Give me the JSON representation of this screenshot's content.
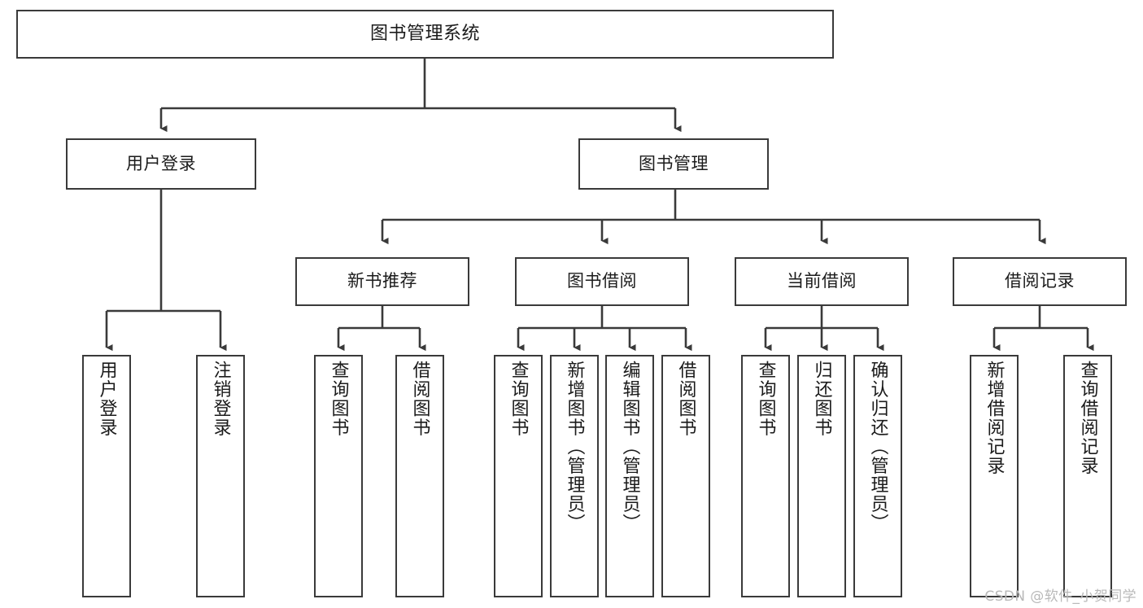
{
  "diagram": {
    "type": "tree",
    "title": "图书管理系统",
    "orientation": "top-down",
    "style": {
      "background": "#ffffff",
      "node_fill": "#ffffff",
      "node_stroke": "#3a3a3a",
      "edge_color": "#3a3a3a",
      "text_color": "#1b1b1b",
      "watermark_color": "#b9b9b9"
    },
    "root": {
      "label": "图书管理系统"
    },
    "level2": [
      {
        "label": "用户登录"
      },
      {
        "label": "图书管理"
      }
    ],
    "level3": [
      {
        "label": "新书推荐"
      },
      {
        "label": "图书借阅"
      },
      {
        "label": "当前借阅"
      },
      {
        "label": "借阅记录"
      }
    ],
    "leaves": {
      "user_login": [
        {
          "label": "用户登录"
        },
        {
          "label": "注销登录"
        }
      ],
      "new_book": [
        {
          "label": "查询图书"
        },
        {
          "label": "借阅图书"
        }
      ],
      "book_borrow": [
        {
          "label": "查询图书"
        },
        {
          "label": "新增图书（管理员）"
        },
        {
          "label": "编辑图书（管理员）"
        },
        {
          "label": "借阅图书"
        }
      ],
      "current_borrow": [
        {
          "label": "查询图书"
        },
        {
          "label": "归还图书"
        },
        {
          "label": "确认归还（管理员）"
        }
      ],
      "borrow_record": [
        {
          "label": "新增借阅记录"
        },
        {
          "label": "查询借阅记录"
        }
      ]
    }
  },
  "watermark": {
    "text": "CSDN @软件_小贺同学"
  }
}
